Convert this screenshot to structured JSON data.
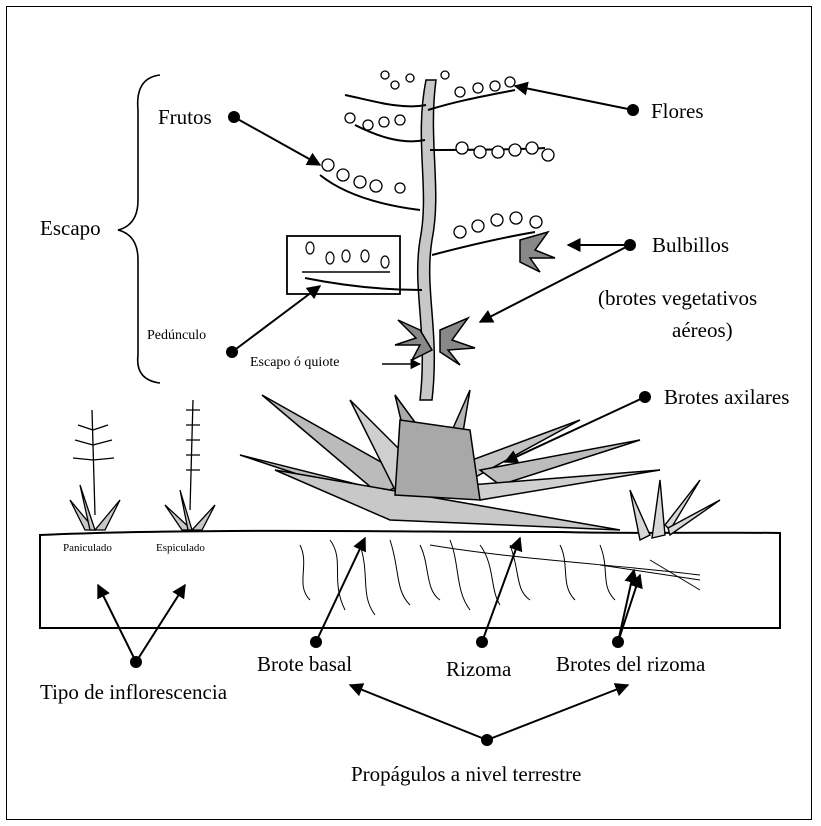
{
  "labels": {
    "escapo": "Escapo",
    "frutos": "Frutos",
    "flores": "Flores",
    "bulbillos": "Bulbillos",
    "bulbillos_note_1": "(brotes vegetativos",
    "bulbillos_note_2": "aéreos)",
    "pedunculo": "Pedúnculo",
    "escapo_quiote": "Escapo ó quiote",
    "brotes_axilares": "Brotes axilares",
    "paniculado": "Paniculado",
    "espiculado": "Espiculado",
    "brote_basal": "Brote basal",
    "rizoma": "Rizoma",
    "brotes_rizoma": "Brotes del rizoma",
    "tipo_inflorescencia": "Tipo de inflorescencia",
    "propagulos": "Propágulos a nivel terrestre"
  }
}
